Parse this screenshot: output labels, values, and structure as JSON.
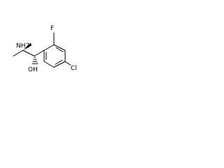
{
  "molecule": {
    "labels": {
      "amine": "NH2",
      "hydroxyl": "OH",
      "fluorine": "F",
      "chlorine": "Cl"
    }
  }
}
